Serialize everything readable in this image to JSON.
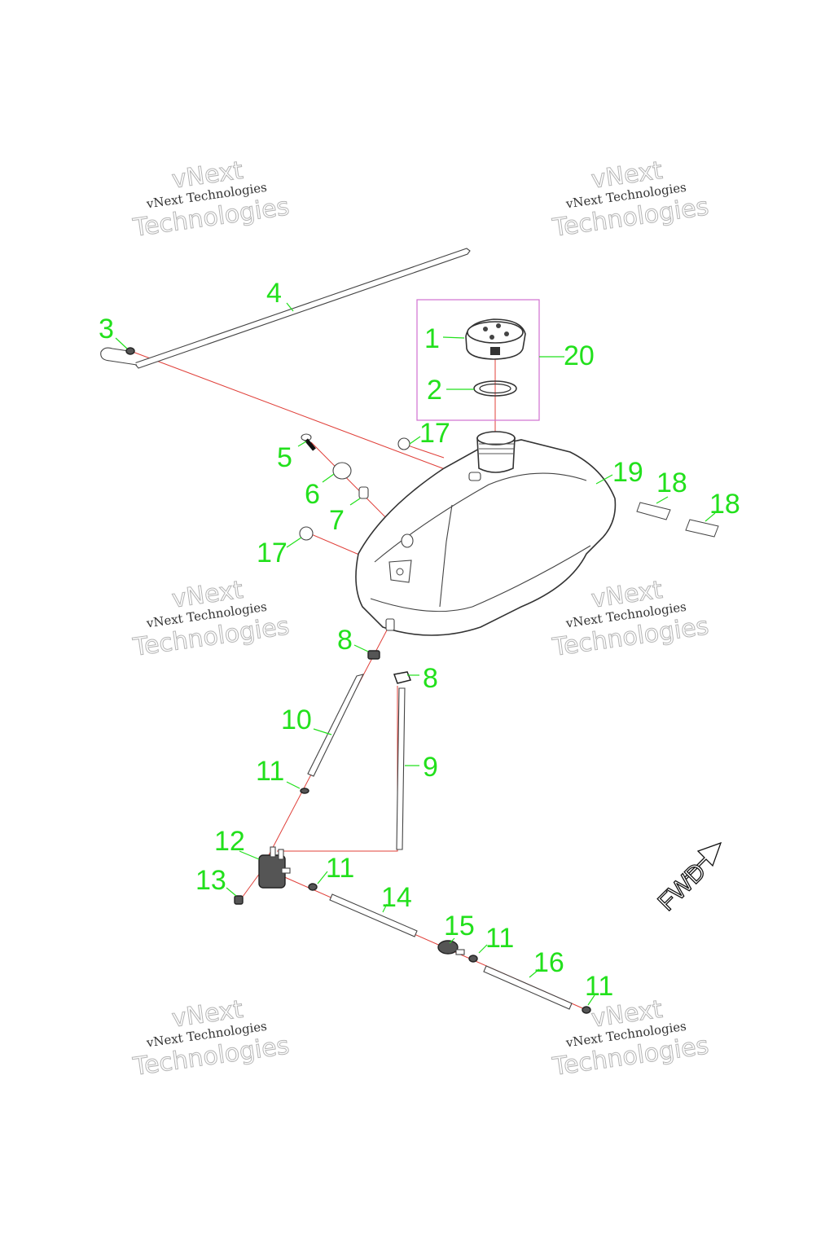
{
  "callouts": [
    {
      "id": "1",
      "label": "1"
    },
    {
      "id": "2",
      "label": "2"
    },
    {
      "id": "3",
      "label": "3"
    },
    {
      "id": "4",
      "label": "4"
    },
    {
      "id": "5",
      "label": "5"
    },
    {
      "id": "6",
      "label": "6"
    },
    {
      "id": "7",
      "label": "7"
    },
    {
      "id": "8a",
      "label": "8"
    },
    {
      "id": "8b",
      "label": "8"
    },
    {
      "id": "9",
      "label": "9"
    },
    {
      "id": "10",
      "label": "10"
    },
    {
      "id": "11a",
      "label": "11"
    },
    {
      "id": "11b",
      "label": "11"
    },
    {
      "id": "11c",
      "label": "11"
    },
    {
      "id": "11d",
      "label": "11"
    },
    {
      "id": "12",
      "label": "12"
    },
    {
      "id": "13",
      "label": "13"
    },
    {
      "id": "14",
      "label": "14"
    },
    {
      "id": "15",
      "label": "15"
    },
    {
      "id": "16",
      "label": "16"
    },
    {
      "id": "17a",
      "label": "17"
    },
    {
      "id": "17b",
      "label": "17"
    },
    {
      "id": "18a",
      "label": "18"
    },
    {
      "id": "18b",
      "label": "18"
    },
    {
      "id": "19",
      "label": "19"
    },
    {
      "id": "20",
      "label": "20"
    }
  ],
  "direction_label": "FWD",
  "watermark": {
    "top_line": "vNext",
    "middle_line": "vNext Technologies",
    "bottom_line": "Technologies"
  },
  "colors": {
    "callout": "#22e01c",
    "connector": "#e0403a",
    "group_box": "#d070d0"
  }
}
